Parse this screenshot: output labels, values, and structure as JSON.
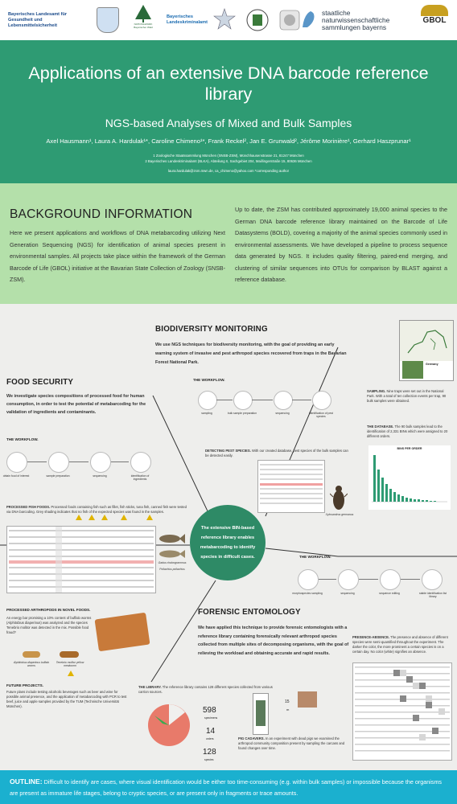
{
  "logos": {
    "lgl": "Bayerisches Landesamt für Gesundheit und Lebensmittelsicherheit",
    "nationalpark": "NATIONALPARK Bayerischer Wald",
    "lka_line1": "Bayerisches",
    "lka_line2": "Landeskriminalamt",
    "zsm_line1": "staatliche",
    "zsm_line2": "naturwissenschaftliche",
    "zsm_line3": "sammlungen bayerns",
    "gbol": "GBOL"
  },
  "header": {
    "title": "Applications of an extensive DNA barcode reference library",
    "subtitle": "NGS-based Analyses of Mixed and Bulk Samples",
    "authors": "Axel Hausmann¹, Laura A. Hardulak¹*, Caroline Chimeno¹*, Frank Reckel², Jan E. Grunwald², Jérôme Morinière¹, Gerhard Haszprunar¹",
    "affiliation1": "1 Zoologische Staatssammlung München (SNSB-ZSM), Münchhausenstrasse 21, 81247 München",
    "affiliation2": "2 Bayerisches Landeskriminalamt (BLKA), Abteilung II, Sachgebiet 204, Maillingerstraße 15, 80636 München",
    "emails": "laura.hardulak@zsm.mwn.de, ca_chimeno@yahoo.com *corresponding author"
  },
  "background": {
    "heading": "BACKGROUND INFORMATION",
    "left_text": "Here we present applications and workflows of DNA metabarcoding utilizing Next Generation Sequencing (NGS) for identification of animal species present in environmental samples. All projects take place within the framework of the German Barcode of Life (GBOL) initiative at the Bavarian State Collection of Zoology (SNSB-ZSM).",
    "right_text": "Up to date, the ZSM has contributed approximately 19,000 animal species to the German DNA barcode reference library maintained on the Barcode of Life Datasystems (BOLD), covering a majority of the animal species commonly used in environmental assessments. We have developed a pipeline to process sequence data generated by NGS. It includes quality filtering, paired-end merging, and clustering of similar sequences into OTUs for comparison by BLAST against a reference database."
  },
  "center": {
    "text": "The extensive BIN-based reference library enables metabarcoding to identify species in difficult cases."
  },
  "biodiversity": {
    "heading": "BIODIVERSITY MONITORING",
    "text": "We use NGS techniques for biodiversity monitoring, with the goal of providing an early warning system of invasive and pest arthropod species recovered from traps in the Bavarian Forest National Park.",
    "workflow_label": "THE WORKFLOW.",
    "steps": [
      "sampling",
      "bulk sample preparation",
      "sequencing",
      "identification of pest species"
    ],
    "pest_label": "DETECTING PEST SPECIES.",
    "pest_text": "With our created database, pest species of the bulk samples can be detected easily.",
    "beetle_caption": "Xylosandrus germanus",
    "sampling_label": "SAMPLING.",
    "sampling_text": "Nine traps were set out in the National Park. With a total of ten collection events per trap, 90 bulk samples were obtained.",
    "database_label": "THE DATABASE.",
    "database_text": "The 90 bulk samples lead to the identification of 2,331 BINs which were assigned to 20 different orders.",
    "chart_title": "BINS PER ORDER",
    "map_label": "Germany"
  },
  "food": {
    "heading": "FOOD SECURITY",
    "text": "We investigate species compositions of processed food for human consumption, in order to test the potential of metabarcoding for the validation of ingredients and contaminants.",
    "workflow_label": "THE WORKFLOW.",
    "steps": [
      "obtain food of interest",
      "sample preparation",
      "sequencing",
      "identification of ingredients"
    ],
    "fish_label": "PROCESSED FISH FOODS.",
    "fish_text": "Processed foods containing fish such as fillet, fish sticks, tuna fish, canned fish were tested via DNA barcoding. Grey shading indicates that no fish of the expected species was found in the samples.",
    "fish_caption1": "Gadus chalcogrammus",
    "fish_caption2": "Pollachius pollachius",
    "arthropod_label": "PROCESSED ARTHROPODS IN NOVEL FOODS.",
    "arthropod_text": "An energy bar promising a 10% content of buffalo worms (Alphitobius diaperinus) was analyzed and the species Tenebrio molitor was detected in the mix. Possible food fraud?",
    "insect1": "Alphitobius diaperinus buffalo worms",
    "insect2": "Tenebrio molitor yellow mealworm",
    "future_label": "FUTURE PROJECTS.",
    "future_text": "Future plans include testing alcoholic beverages such as beer and wine for possible animal presence, and the application of metabarcoding with PCR to test beef, juice and apple samples provided by the TUM (Technische Universität München)."
  },
  "forensic": {
    "heading": "FORENSIC ENTOMOLOGY",
    "text": "We have applied this technique to provide forensic entomologists with a reference library containing forensically relevant arthropod species collected from multiple sites of decomposing organisms, with the goal of relieving the workload and obtaining accurate and rapid results.",
    "workflow_label": "THE WORKFLOW.",
    "steps": [
      "morphospecies sampling",
      "sequencing",
      "sequence editing",
      "stable identification list library"
    ],
    "library_label": "THE LIBRARY.",
    "library_text": "The reference library contains 128 different species collected from various carrion sources.",
    "library_counts": [
      "598",
      "14",
      "128"
    ],
    "library_count_units": [
      "specimens",
      "orders",
      "species"
    ],
    "cadaver_label": "PIG CADAVERS.",
    "cadaver_text": "In an experiment with dead pigs we examined the arthropod community composition present by sampling the carcass and found changes over time.",
    "cadaver_counts": [
      "15",
      "m"
    ],
    "presence_label": "PRESENCE-ABSENCE.",
    "presence_text": "The presence and absence of different species were semi-quantified throughout the experiment. The darker the color, the more prominent a certain species is on a certain day. No color (white) signifies an absence."
  },
  "outline": {
    "label": "OUTLINE:",
    "text": "Difficult to identify are cases, where visual identification would be either too time-consuming (e.g. within bulk samples) or impossible because the organisms are present as immature life stages, belong to cryptic species, or are present only in fragments or trace amounts."
  }
}
